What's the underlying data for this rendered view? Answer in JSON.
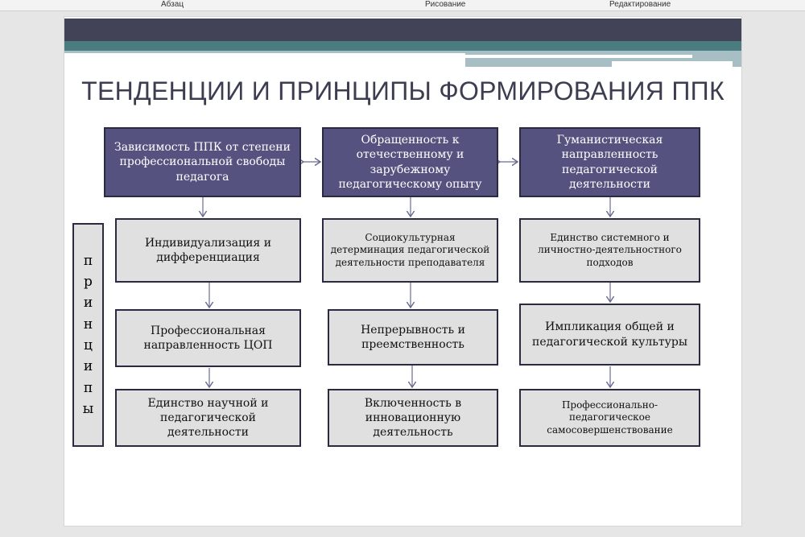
{
  "ribbon": {
    "groups": [
      "Абзац",
      "Рисование",
      "Редактирование"
    ]
  },
  "title": "ТЕНДЕНЦИИ И ПРИНЦИПЫ ФОРМИРОВАНИЯ ППК",
  "tendencies": [
    "Зависимость ППК от степени профессиональной свободы педагога",
    "Обращенность к отечественному и зарубежному педагогическому опыту",
    "Гуманистическая направленность педагогической деятельности"
  ],
  "principles_label": "п р и н ц и п ы",
  "columns": [
    [
      "Индивидуализация и дифференциация",
      "Профессиональная направленность ЦОП",
      "Единство научной и педагогической деятельности"
    ],
    [
      "Социокультурная детерминация педагогической деятельности преподавателя",
      "Непрерывность и преемственность",
      "Включенность в инновационную деятельность"
    ],
    [
      "Единство системного и личностно-деятельностного подходов",
      "Импликация общей и педагогической культуры",
      "Профессионально-педагогическое самосовершенствование"
    ]
  ]
}
